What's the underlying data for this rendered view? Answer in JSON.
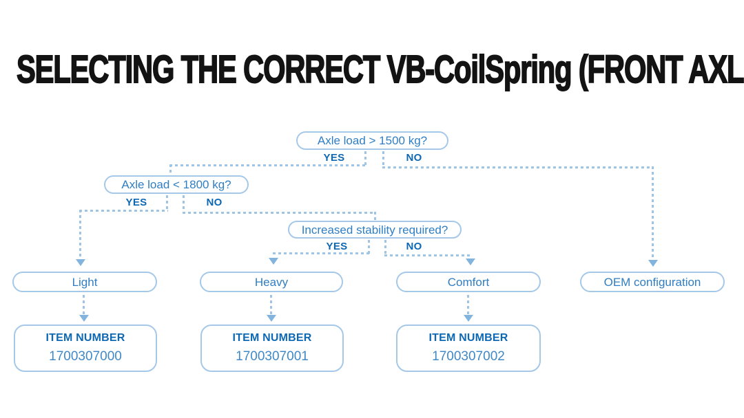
{
  "title": "SELECTING THE CORRECT VB-CoilSpring (FRONT AXLE)",
  "colors": {
    "title_text": "#131313",
    "box_border": "#a5c8e8",
    "box_text": "#2f7ec3",
    "branch_label_text": "#0d68b4",
    "dashed_line": "#9ec5e6",
    "arrowhead": "#82b4dd",
    "item_heading_text": "#0d68b4",
    "item_number_text": "#4088c6",
    "background": "#ffffff"
  },
  "flowchart": {
    "decisions": [
      {
        "question": "Axle load > 1500 kg?",
        "yes_label": "YES",
        "no_label": "NO"
      },
      {
        "question": "Axle load < 1800 kg?",
        "yes_label": "YES",
        "no_label": "NO"
      },
      {
        "question": "Increased stability required?",
        "yes_label": "YES",
        "no_label": "NO"
      }
    ],
    "results": [
      {
        "label": "Light"
      },
      {
        "label": "Heavy"
      },
      {
        "label": "Comfort"
      },
      {
        "label": "OEM configuration"
      }
    ],
    "item_boxes": [
      {
        "heading": "ITEM NUMBER",
        "number": "1700307000"
      },
      {
        "heading": "ITEM NUMBER",
        "number": "1700307001"
      },
      {
        "heading": "ITEM NUMBER",
        "number": "1700307002"
      }
    ]
  }
}
